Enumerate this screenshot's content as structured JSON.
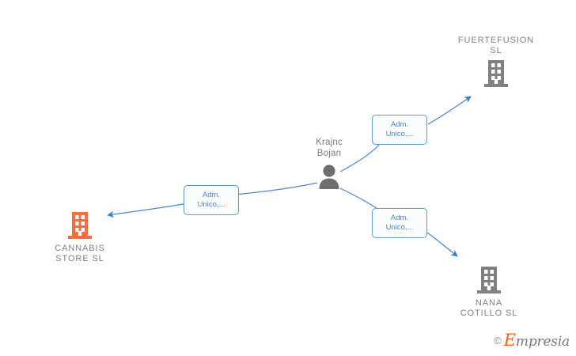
{
  "diagram": {
    "type": "corporate-relationship-graph",
    "background_color": "#ffffff",
    "edge_color": "#4a86c8",
    "company_icon_color": "#808080",
    "highlight_icon_color": "#f96d3a",
    "person_icon_color": "#6e6e6e"
  },
  "nodes": [
    {
      "id": "fuertefusion",
      "kind": "company",
      "icon": "building-icon",
      "label": "FUERTEFUSION\nSL",
      "color": "#808080"
    },
    {
      "id": "cannabis-store",
      "kind": "company",
      "icon": "building-icon",
      "label": "CANNABIS\nSTORE  SL",
      "color": "#f96d3a"
    },
    {
      "id": "nana-cotillo",
      "kind": "company",
      "icon": "building-icon",
      "label": "NANA\nCOTILLO  SL",
      "color": "#808080"
    },
    {
      "id": "krajnc-bojan",
      "kind": "person",
      "icon": "person-icon",
      "label": "Krajnc\nBojan",
      "color": "#6e6e6e"
    }
  ],
  "edges": [
    {
      "id": "edge-fuertefusion",
      "from": "krajnc-bojan",
      "to": "fuertefusion",
      "label_line1": "Adm.",
      "label_line2": "Unico,..."
    },
    {
      "id": "edge-cannabis-store",
      "from": "krajnc-bojan",
      "to": "cannabis-store",
      "label_line1": "Adm.",
      "label_line2": "Unico,..."
    },
    {
      "id": "edge-nana-cotillo",
      "from": "krajnc-bojan",
      "to": "nana-cotillo",
      "label_line1": "Adm.",
      "label_line2": "Unico,..."
    }
  ],
  "watermark": {
    "copyright": "©",
    "brand_initial": "E",
    "brand_rest": "mpresia"
  }
}
